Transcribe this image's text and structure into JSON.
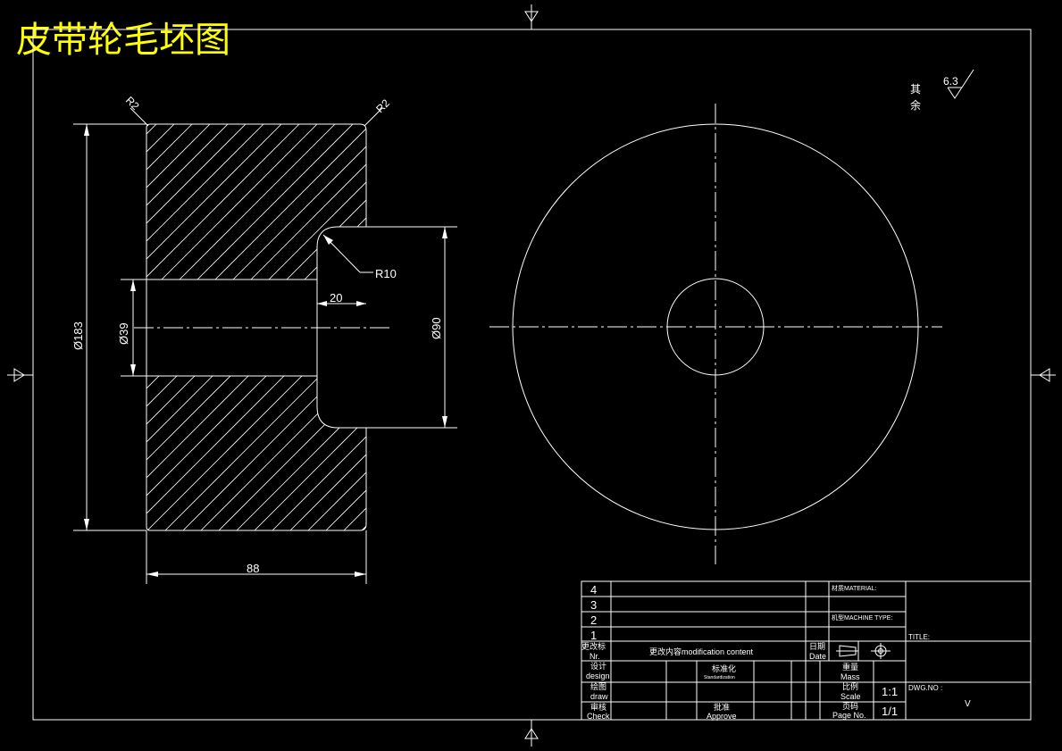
{
  "drawing": {
    "title": "皮带轮毛坯图"
  },
  "dimensions": {
    "d183": "Ø183",
    "d39": "Ø39",
    "d90": "Ø90",
    "len88": "88",
    "len20": "20",
    "r10": "R10",
    "r2a": "R2",
    "r2b": "R2"
  },
  "roughness": {
    "line1": "其",
    "line2": "余",
    "value": "6.3"
  },
  "title_block": {
    "rev_numbers": [
      "4",
      "3",
      "2",
      "1"
    ],
    "rev_no_line1": "更改标",
    "rev_no_line2": "Nr.",
    "mod_content": "更改内容modification content",
    "date_line1": "日期",
    "date_line2": "Date",
    "design_line1": "设计",
    "design_line2": "design",
    "draw_line1": "绘图",
    "draw_line2": "draw",
    "check_line1": "审核",
    "check_line2": "Check",
    "std_line1": "标准化",
    "std_line2": "Standardization",
    "approve_line1": "批准",
    "approve_line2": "Approve",
    "mass_line1": "重量",
    "mass_line2": "Mass",
    "scale_line1": "比例",
    "scale_line2": "Scale",
    "scale_value": "1:1",
    "page_line1": "页码",
    "page_line2": "Page No.",
    "page_value": "1/1",
    "material": "材质MATERIAL:",
    "machine_type": "机型MACHINE TYPE:",
    "title_label": "TITLE:",
    "dwg_label": "DWG.NO :",
    "dwg_value": "V"
  }
}
